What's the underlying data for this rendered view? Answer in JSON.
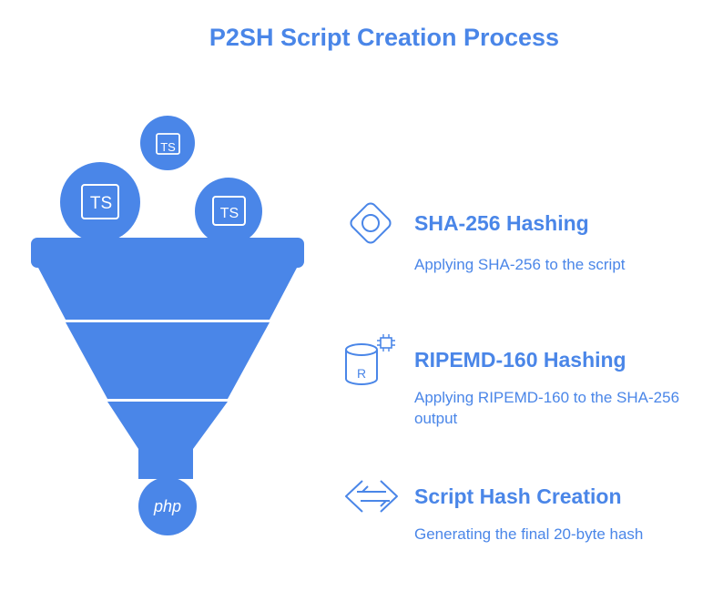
{
  "title": "P2SH Script Creation Process",
  "inputs": [
    {
      "label": "TS"
    },
    {
      "label": "TS"
    },
    {
      "label": "TS"
    }
  ],
  "output": {
    "label": "php"
  },
  "steps": [
    {
      "icon": "diamond-circle-icon",
      "heading": "SHA-256 Hashing",
      "desc": "Applying SHA-256 to the script"
    },
    {
      "icon": "database-chip-icon",
      "heading": "RIPEMD-160 Hashing",
      "desc": "Applying RIPEMD-160 to the SHA-256 output",
      "icon_letter": "R"
    },
    {
      "icon": "exchange-arrows-icon",
      "heading": "Script Hash Creation",
      "desc": "Generating the final 20-byte hash"
    }
  ],
  "colors": {
    "accent": "#4a86e8",
    "funnel": "#4a86e8",
    "text": "#4a86e8"
  }
}
